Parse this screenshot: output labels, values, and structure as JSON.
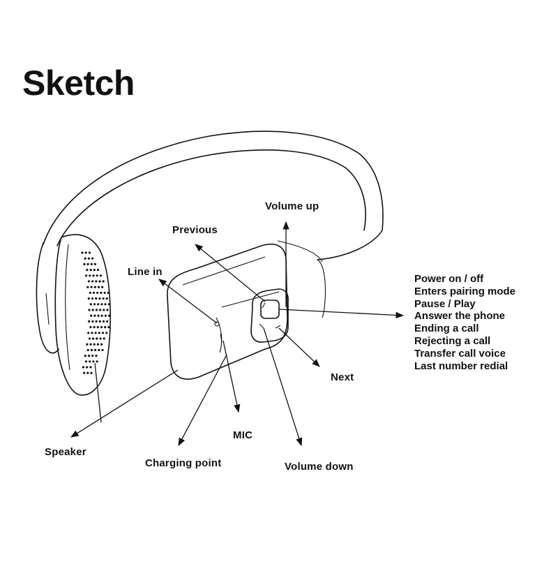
{
  "title": "Sketch",
  "labels": {
    "volume_up": "Volume up",
    "previous": "Previous",
    "line_in": "Line in",
    "next": "Next",
    "speaker": "Speaker",
    "mic": "MIC",
    "charging_point": "Charging point",
    "volume_down": "Volume down"
  },
  "center_button_functions": [
    "Power on / off",
    "Enters pairing mode",
    "Pause / Play",
    "Answer the phone",
    "Ending a call",
    "Rejecting a call",
    "Transfer call voice",
    "Last number redial"
  ]
}
